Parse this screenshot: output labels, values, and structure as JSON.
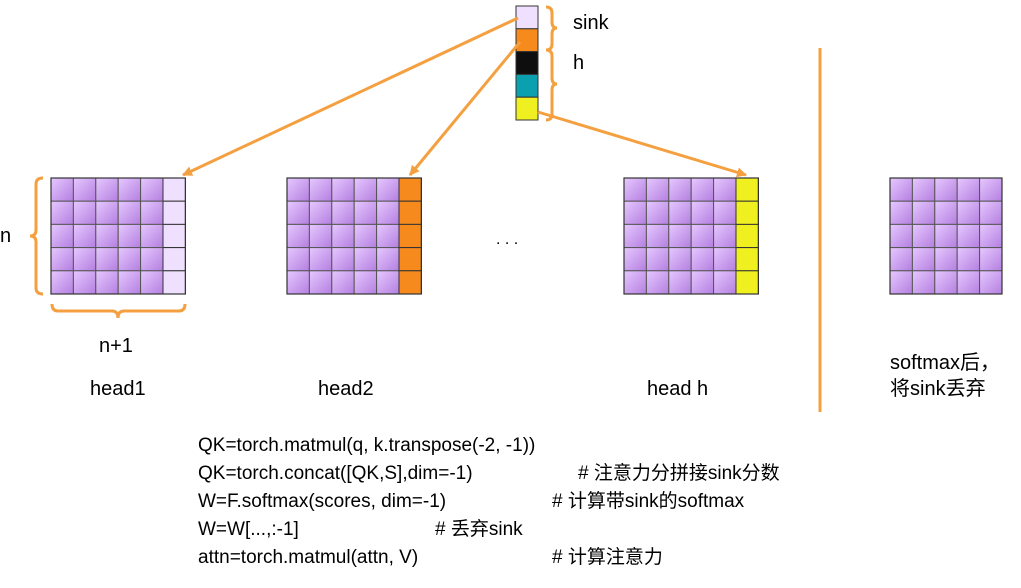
{
  "colors": {
    "accent": "#f5a040",
    "grid_cell_light": "#e6c8ff",
    "grid_cell_dark": "#b47fe0",
    "sink_colors": [
      "#efe0ff",
      "#f68a1c",
      "#0e0e0e",
      "#0aa0b0",
      "#f0f020"
    ]
  },
  "sink": {
    "label": "sink",
    "h_label": "h"
  },
  "grid": {
    "rows": 5,
    "cols": 5
  },
  "heads": [
    {
      "label": "head1",
      "sink_color": "#efe0ff"
    },
    {
      "label": "head2",
      "sink_color": "#f68a1c"
    },
    {
      "label": "head h",
      "sink_color": "#f0f020"
    }
  ],
  "dims": {
    "rows_label": "n",
    "cols_label": "n+1"
  },
  "ellipsis": ". . .",
  "result": {
    "line1": "softmax后，",
    "line2": "将sink丢弃"
  },
  "code": [
    {
      "stmt": "QK=torch.matmul(q, k.transpose(-2, -1))",
      "comment": ""
    },
    {
      "stmt": "QK=torch.concat([QK,S],dim=-1)",
      "comment": "# 注意力分拼接sink分数"
    },
    {
      "stmt": "W=F.softmax(scores, dim=-1)",
      "comment": "# 计算带sink的softmax"
    },
    {
      "stmt": "W=W[...,:-1]",
      "comment": "# 丢弃sink"
    },
    {
      "stmt": "attn=torch.matmul(attn, V)",
      "comment": "# 计算注意力"
    }
  ]
}
